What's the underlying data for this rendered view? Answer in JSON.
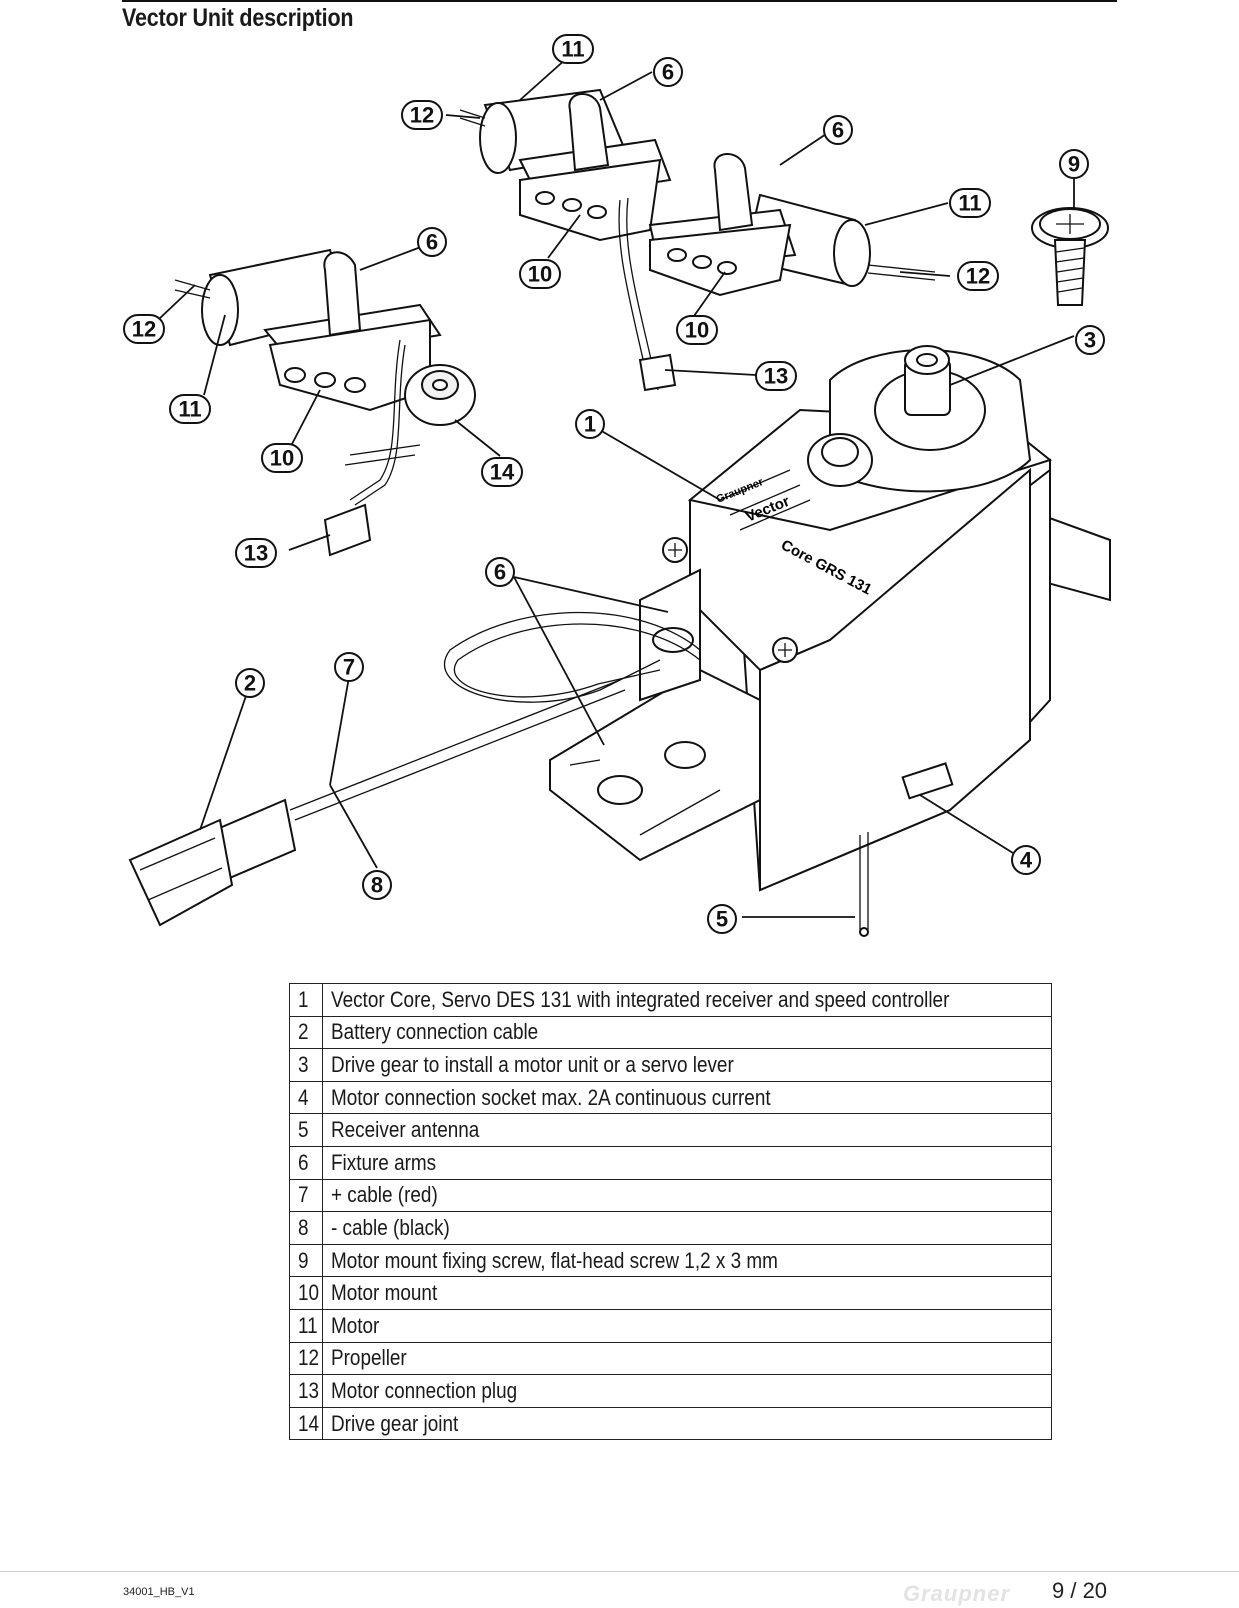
{
  "header": {
    "title": "Vector Unit description"
  },
  "diagram": {
    "label_brand": "Graupner",
    "label_model_1": "Vector",
    "label_model_2": "Core GRS 131",
    "callouts": [
      "1",
      "2",
      "3",
      "4",
      "5",
      "6",
      "7",
      "8",
      "9",
      "10",
      "11",
      "12",
      "13",
      "14"
    ]
  },
  "parts": [
    {
      "num": "1",
      "desc": "Vector Core, Servo DES 131 with integrated receiver and speed controller"
    },
    {
      "num": "2",
      "desc": "Battery connection cable"
    },
    {
      "num": "3",
      "desc": "Drive gear to install a motor unit or a servo lever"
    },
    {
      "num": "4",
      "desc": "Motor connection socket max. 2A continuous current"
    },
    {
      "num": "5",
      "desc": "Receiver antenna"
    },
    {
      "num": "6",
      "desc": "Fixture arms"
    },
    {
      "num": "7",
      "desc": "+ cable (red)"
    },
    {
      "num": "8",
      "desc": "- cable (black)"
    },
    {
      "num": "9",
      "desc": "Motor mount fixing screw, flat-head screw 1,2 x 3 mm"
    },
    {
      "num": "10",
      "desc": "Motor mount"
    },
    {
      "num": "11",
      "desc": "Motor"
    },
    {
      "num": "12",
      "desc": "Propeller"
    },
    {
      "num": "13",
      "desc": "Motor connection plug"
    },
    {
      "num": "14",
      "desc": "Drive gear joint"
    }
  ],
  "footer": {
    "doc_code": "34001_HB_V1",
    "brand": "Graupner",
    "page": "9 / 20"
  }
}
